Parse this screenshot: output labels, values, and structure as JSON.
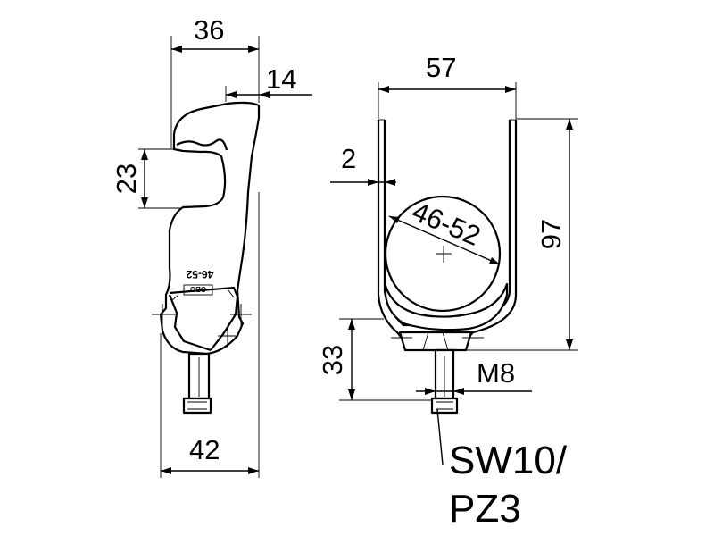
{
  "dimensions": {
    "top_width_left": "36",
    "offset_left": "14",
    "opening_height": "23",
    "base_width": "42",
    "overall_width_right": "57",
    "wall_thickness": "2",
    "cable_range": "46-52",
    "overall_height": "97",
    "bolt_height": "33",
    "thread": "M8"
  },
  "callout": {
    "drive_line1": "SW10/",
    "drive_line2": "PZ3"
  },
  "part_marking": {
    "range": "46-52",
    "logo": "OBO"
  }
}
